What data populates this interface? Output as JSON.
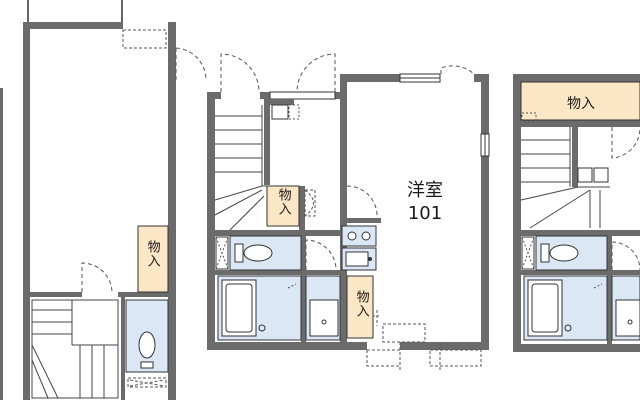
{
  "plan": {
    "room": {
      "name": "洋室",
      "number": "101"
    },
    "storage_label": "物入",
    "colors": {
      "wall": "#6b6b6b",
      "storage_fill": "#fbe7c6",
      "wet_fill": "#dbe7f4",
      "stroke": "#333333",
      "dashed": "#555555"
    }
  }
}
